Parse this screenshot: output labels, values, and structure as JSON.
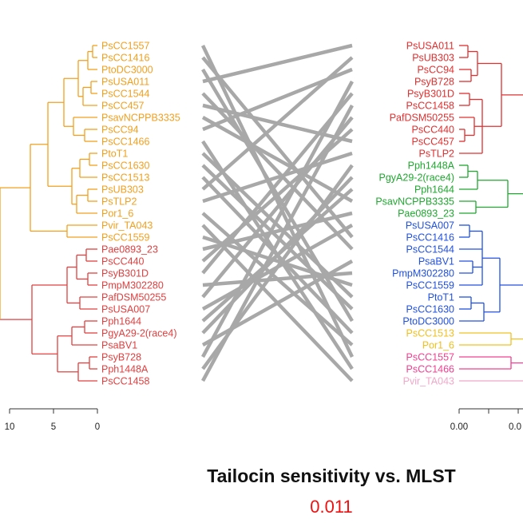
{
  "left_tree": {
    "leaves": [
      {
        "label": "PsCC1557",
        "color": "#f0a020"
      },
      {
        "label": "PsCC1416",
        "color": "#f0a020"
      },
      {
        "label": "PtoDC3000",
        "color": "#f0a020"
      },
      {
        "label": "PsUSA011",
        "color": "#f0a020"
      },
      {
        "label": "PsCC1544",
        "color": "#f0a020"
      },
      {
        "label": "PsCC457",
        "color": "#f0a020"
      },
      {
        "label": "PsavNCPPB3335",
        "color": "#f0a020"
      },
      {
        "label": "PsCC94",
        "color": "#f0a020"
      },
      {
        "label": "PsCC1466",
        "color": "#f0a020"
      },
      {
        "label": "PtoT1",
        "color": "#f0a020"
      },
      {
        "label": "PsCC1630",
        "color": "#f0a020"
      },
      {
        "label": "PsCC1513",
        "color": "#f0a020"
      },
      {
        "label": "PsUB303",
        "color": "#f0a020"
      },
      {
        "label": "PsTLP2",
        "color": "#f0a020"
      },
      {
        "label": "Por1_6",
        "color": "#f0a020"
      },
      {
        "label": "Pvir_TA043",
        "color": "#f0a020"
      },
      {
        "label": "PsCC1559",
        "color": "#f0a020"
      },
      {
        "label": "Pae0893_23",
        "color": "#e04040"
      },
      {
        "label": "PsCC440",
        "color": "#e04040"
      },
      {
        "label": "PsyB301D",
        "color": "#e04040"
      },
      {
        "label": "PmpM302280",
        "color": "#e04040"
      },
      {
        "label": "PafDSM50255",
        "color": "#e04040"
      },
      {
        "label": "PsUSA007",
        "color": "#e04040"
      },
      {
        "label": "Pph1644",
        "color": "#e04040"
      },
      {
        "label": "PgyA29-2(race4)",
        "color": "#e04040"
      },
      {
        "label": "PsaBV1",
        "color": "#e04040"
      },
      {
        "label": "PsyB728",
        "color": "#e04040"
      },
      {
        "label": "Pph1448A",
        "color": "#e04040"
      },
      {
        "label": "PsCC1458",
        "color": "#e04040"
      }
    ],
    "axis_ticks": [
      "10",
      "5",
      "0"
    ]
  },
  "right_tree": {
    "leaves": [
      {
        "label": "PsUSA011",
        "color": "#e03030"
      },
      {
        "label": "PsUB303",
        "color": "#e03030"
      },
      {
        "label": "PsCC94",
        "color": "#e03030"
      },
      {
        "label": "PsyB728",
        "color": "#e03030"
      },
      {
        "label": "PsyB301D",
        "color": "#e03030"
      },
      {
        "label": "PsCC1458",
        "color": "#e03030"
      },
      {
        "label": "PafDSM50255",
        "color": "#e03030"
      },
      {
        "label": "PsCC440",
        "color": "#e03030"
      },
      {
        "label": "PsCC457",
        "color": "#e03030"
      },
      {
        "label": "PsTLP2",
        "color": "#e03030"
      },
      {
        "label": "Pph1448A",
        "color": "#20a830"
      },
      {
        "label": "PgyA29-2(race4)",
        "color": "#20a830"
      },
      {
        "label": "Pph1644",
        "color": "#20a830"
      },
      {
        "label": "PsavNCPPB3335",
        "color": "#20a830"
      },
      {
        "label": "Pae0893_23",
        "color": "#20a830"
      },
      {
        "label": "PsUSA007",
        "color": "#2050e0"
      },
      {
        "label": "PsCC1416",
        "color": "#2050e0"
      },
      {
        "label": "PsCC1544",
        "color": "#2050e0"
      },
      {
        "label": "PsaBV1",
        "color": "#2050e0"
      },
      {
        "label": "PmpM302280",
        "color": "#2050e0"
      },
      {
        "label": "PsCC1559",
        "color": "#2050e0"
      },
      {
        "label": "PtoT1",
        "color": "#2050e0"
      },
      {
        "label": "PsCC1630",
        "color": "#2050e0"
      },
      {
        "label": "PtoDC3000",
        "color": "#2050e0"
      },
      {
        "label": "PsCC1513",
        "color": "#f0c020"
      },
      {
        "label": "Por1_6",
        "color": "#f0c020"
      },
      {
        "label": "PsCC1557",
        "color": "#f04090"
      },
      {
        "label": "PsCC1466",
        "color": "#f04090"
      },
      {
        "label": "Pvir_TA043",
        "color": "#f0a8c8"
      }
    ],
    "axis_ticks": [
      "0.00",
      "0.0"
    ]
  },
  "connector_color": "#a8a8a8",
  "title": "Tailocin sensitivity vs. MLST",
  "score": "0.011",
  "score_color": "#ee1111"
}
